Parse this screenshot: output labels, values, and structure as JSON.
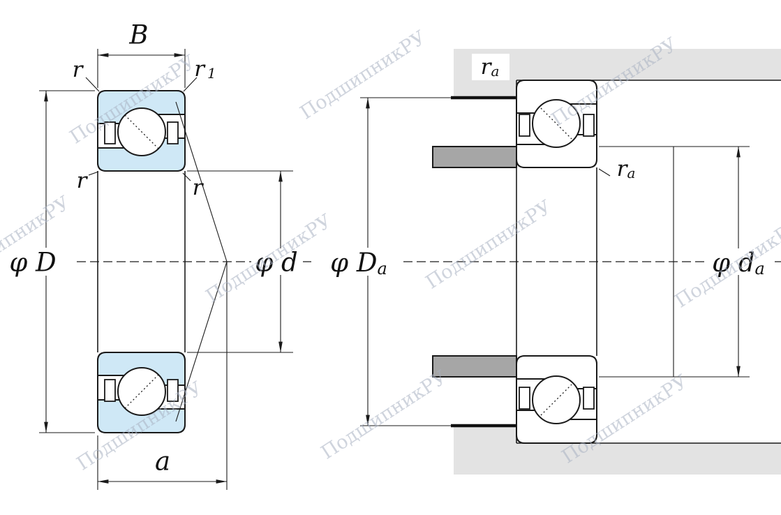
{
  "colors": {
    "bearing_fill": "#cfe8f6",
    "housing_fill": "#e3e3e3",
    "shaft_fill": "#a6a6a6",
    "line": "#1a1a1a",
    "watermark": "#a9b2c3"
  },
  "watermark": {
    "text": "ПодшипникРУ"
  },
  "left_figure": {
    "labels": {
      "width": "B",
      "fillet_top_left": "r",
      "fillet_top_right": {
        "main": "r",
        "sub": "1"
      },
      "fillet_bore_left": "r",
      "fillet_bore_right": "r",
      "outer_diameter": "φ D",
      "bore_diameter": "φ d",
      "pressure_center_offset": "a"
    }
  },
  "right_figure": {
    "labels": {
      "housing_fillet": {
        "main": "r",
        "sub": "a"
      },
      "shaft_fillet": {
        "main": "r",
        "sub": "a"
      },
      "housing_abutment_diameter": {
        "main": "φ D",
        "sub": "a"
      },
      "shaft_abutment_diameter": {
        "main": "φ d",
        "sub": "a"
      }
    }
  }
}
